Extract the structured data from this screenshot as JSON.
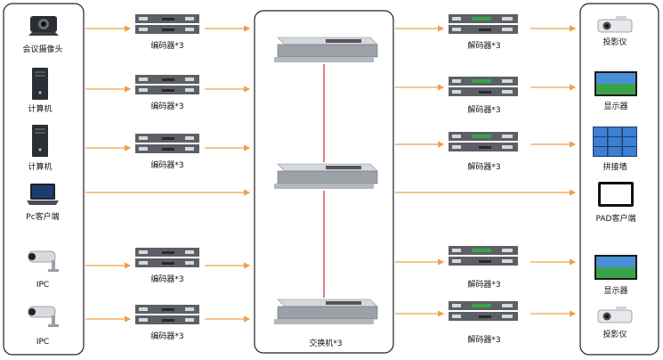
{
  "colors": {
    "arrow": "#f0a04a",
    "link": "#d0283a",
    "panel_border": "#222222",
    "device_dark": "#5c6066",
    "device_mid": "#8a8f95",
    "switch_light": "#d4d7dc",
    "screen_green": "#3aa34a",
    "wall_blue": "#3d7fd0"
  },
  "sources": [
    {
      "label": "会议摄像头",
      "icon": "conference-camera-icon"
    },
    {
      "label": "计算机",
      "icon": "desktop-tower-icon"
    },
    {
      "label": "计算机",
      "icon": "desktop-tower-icon"
    },
    {
      "label": "Pc客户端",
      "icon": "laptop-icon"
    },
    {
      "label": "IPC",
      "icon": "cctv-camera-icon"
    },
    {
      "label": "IPC",
      "icon": "cctv-camera-icon"
    }
  ],
  "encoders": [
    {
      "label": "编码器*3"
    },
    {
      "label": "编码器*3"
    },
    {
      "label": "编码器*3"
    },
    {
      "label": "编码器*3"
    },
    {
      "label": "编码器*3"
    }
  ],
  "switches": [
    {
      "label": ""
    },
    {
      "label": ""
    },
    {
      "label": "交换机*3"
    }
  ],
  "decoders": [
    {
      "label": "解码器*3"
    },
    {
      "label": "解码器*3"
    },
    {
      "label": "解码器*3"
    },
    {
      "label": "解码器*3"
    },
    {
      "label": "解码器*3"
    }
  ],
  "displays": [
    {
      "label": "投影仪",
      "icon": "projector-icon"
    },
    {
      "label": "显示器",
      "icon": "monitor-icon"
    },
    {
      "label": "拼接墙",
      "icon": "video-wall-icon"
    },
    {
      "label": "PAD客户端",
      "icon": "tablet-icon"
    },
    {
      "label": "显示器",
      "icon": "monitor-icon"
    },
    {
      "label": "投影仪",
      "icon": "projector-icon"
    }
  ]
}
